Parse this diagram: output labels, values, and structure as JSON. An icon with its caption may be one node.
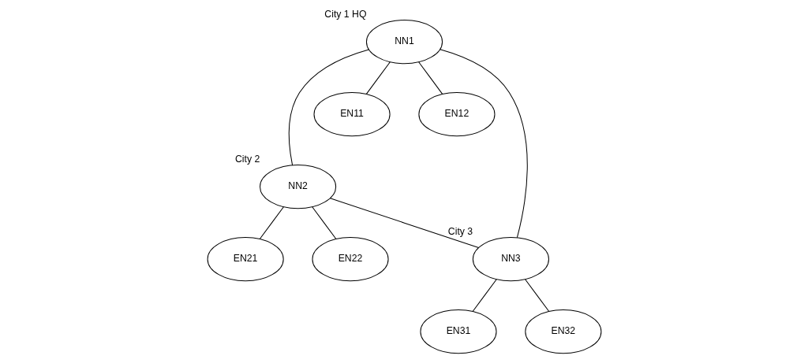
{
  "diagram": {
    "nodes": [
      {
        "text": [
          "NN1"
        ],
        "beside": [
          "City 1 HQ"
        ]
      },
      {
        "text": [
          "NN2"
        ],
        "beside": [
          "City 2"
        ]
      },
      {
        "text": [
          "EN11"
        ]
      },
      {
        "text": [
          "EN12"
        ]
      },
      {
        "text": [
          "EN21"
        ]
      },
      {
        "text": [
          "EN22"
        ]
      },
      {
        "text": [
          "NN3"
        ],
        "beside": [
          "City 3"
        ]
      },
      {
        "text": [
          "EN31"
        ]
      },
      {
        "text": [
          "EN32"
        ]
      }
    ],
    "edges": [
      {
        "from": 0,
        "to": 1,
        "arrow": "none"
      },
      {
        "from": 0,
        "to": 6,
        "arrow": "none"
      },
      {
        "from": 1,
        "to": 6,
        "arrow": "none"
      },
      {
        "from": 0,
        "to": 2,
        "arrow": "none"
      },
      {
        "from": 0,
        "to": 3,
        "arrow": "none"
      },
      {
        "from": 1,
        "to": 4,
        "arrow": "none"
      },
      {
        "from": 1,
        "to": 5,
        "arrow": "none"
      },
      {
        "from": 6,
        "to": 7,
        "arrow": "none"
      },
      {
        "from": 6,
        "to": 8,
        "arrow": "none"
      }
    ]
  }
}
